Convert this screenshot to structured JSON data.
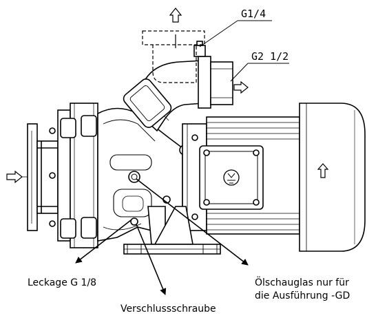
{
  "dimensions": {
    "g1_4": "G1/4",
    "g2_1_2": "G2 1/2"
  },
  "callouts": {
    "leckage": "Leckage G 1/8",
    "verschluss": "Verschlussschraube",
    "oelschauglas_line1": "Ölschauglas nur für",
    "oelschauglas_line2": "die Ausführung -GD"
  }
}
